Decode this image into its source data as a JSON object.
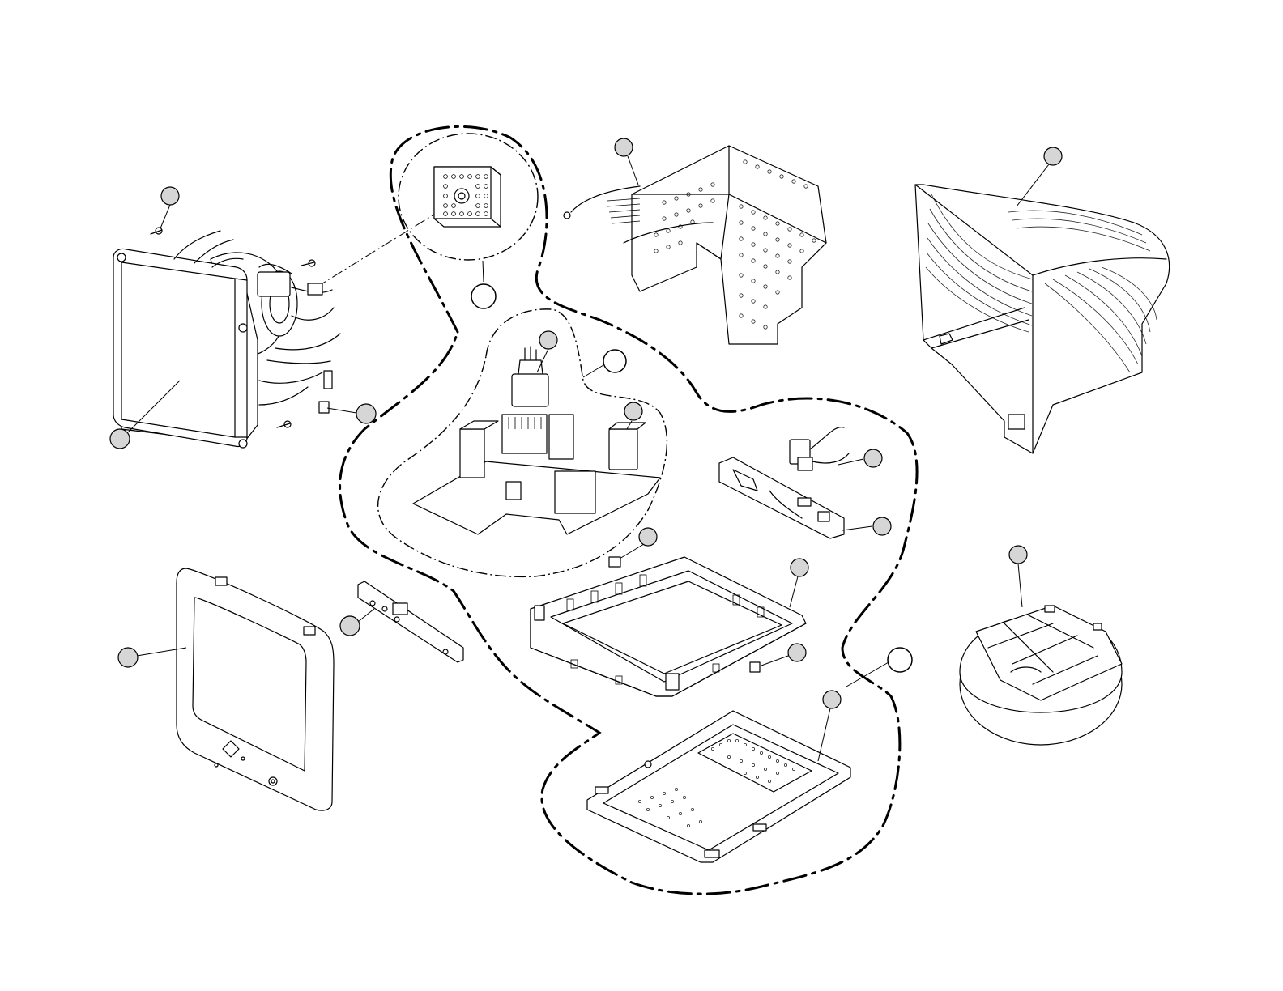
{
  "diagram": {
    "colors": {
      "line": "#000000",
      "background": "#ffffff",
      "callout_shade": "#d6d6d6"
    },
    "parts": [
      {
        "name": "crt-tube-assembly",
        "icon": "crt-tube-icon"
      },
      {
        "name": "yoke-board-detail",
        "icon": "circuit-board-icon"
      },
      {
        "name": "shield-cover",
        "icon": "perforated-shield-icon"
      },
      {
        "name": "rear-cabinet",
        "icon": "rear-cabinet-icon"
      },
      {
        "name": "main-pcb",
        "icon": "circuit-board-icon"
      },
      {
        "name": "power-switch-bracket",
        "icon": "bracket-icon"
      },
      {
        "name": "front-bezel",
        "icon": "bezel-icon"
      },
      {
        "name": "control-board",
        "icon": "control-board-icon"
      },
      {
        "name": "chassis-frame",
        "icon": "chassis-frame-icon"
      },
      {
        "name": "bottom-shield-plate",
        "icon": "shield-plate-icon"
      },
      {
        "name": "tilt-swivel-base",
        "icon": "stand-base-icon"
      }
    ],
    "callouts": [
      {
        "part": "crt-screw",
        "style": "shaded"
      },
      {
        "part": "crt-tube-assembly",
        "style": "shaded"
      },
      {
        "part": "crt-connector",
        "style": "shaded"
      },
      {
        "part": "yoke-board-detail",
        "style": "empty"
      },
      {
        "part": "shield-cover",
        "style": "shaded"
      },
      {
        "part": "rear-cabinet",
        "style": "shaded"
      },
      {
        "part": "flyback-transformer",
        "style": "shaded"
      },
      {
        "part": "main-pcb",
        "style": "empty"
      },
      {
        "part": "transformer",
        "style": "shaded"
      },
      {
        "part": "switch-cable",
        "style": "shaded"
      },
      {
        "part": "power-switch-bracket",
        "style": "shaded"
      },
      {
        "part": "chassis-clip",
        "style": "shaded"
      },
      {
        "part": "chassis-frame",
        "style": "shaded"
      },
      {
        "part": "chassis-latch",
        "style": "shaded"
      },
      {
        "part": "front-bezel",
        "style": "shaded"
      },
      {
        "part": "control-board",
        "style": "shaded"
      },
      {
        "part": "chassis-assembly",
        "style": "empty"
      },
      {
        "part": "bottom-shield-plate",
        "style": "shaded"
      },
      {
        "part": "tilt-swivel-base",
        "style": "shaded"
      }
    ]
  }
}
